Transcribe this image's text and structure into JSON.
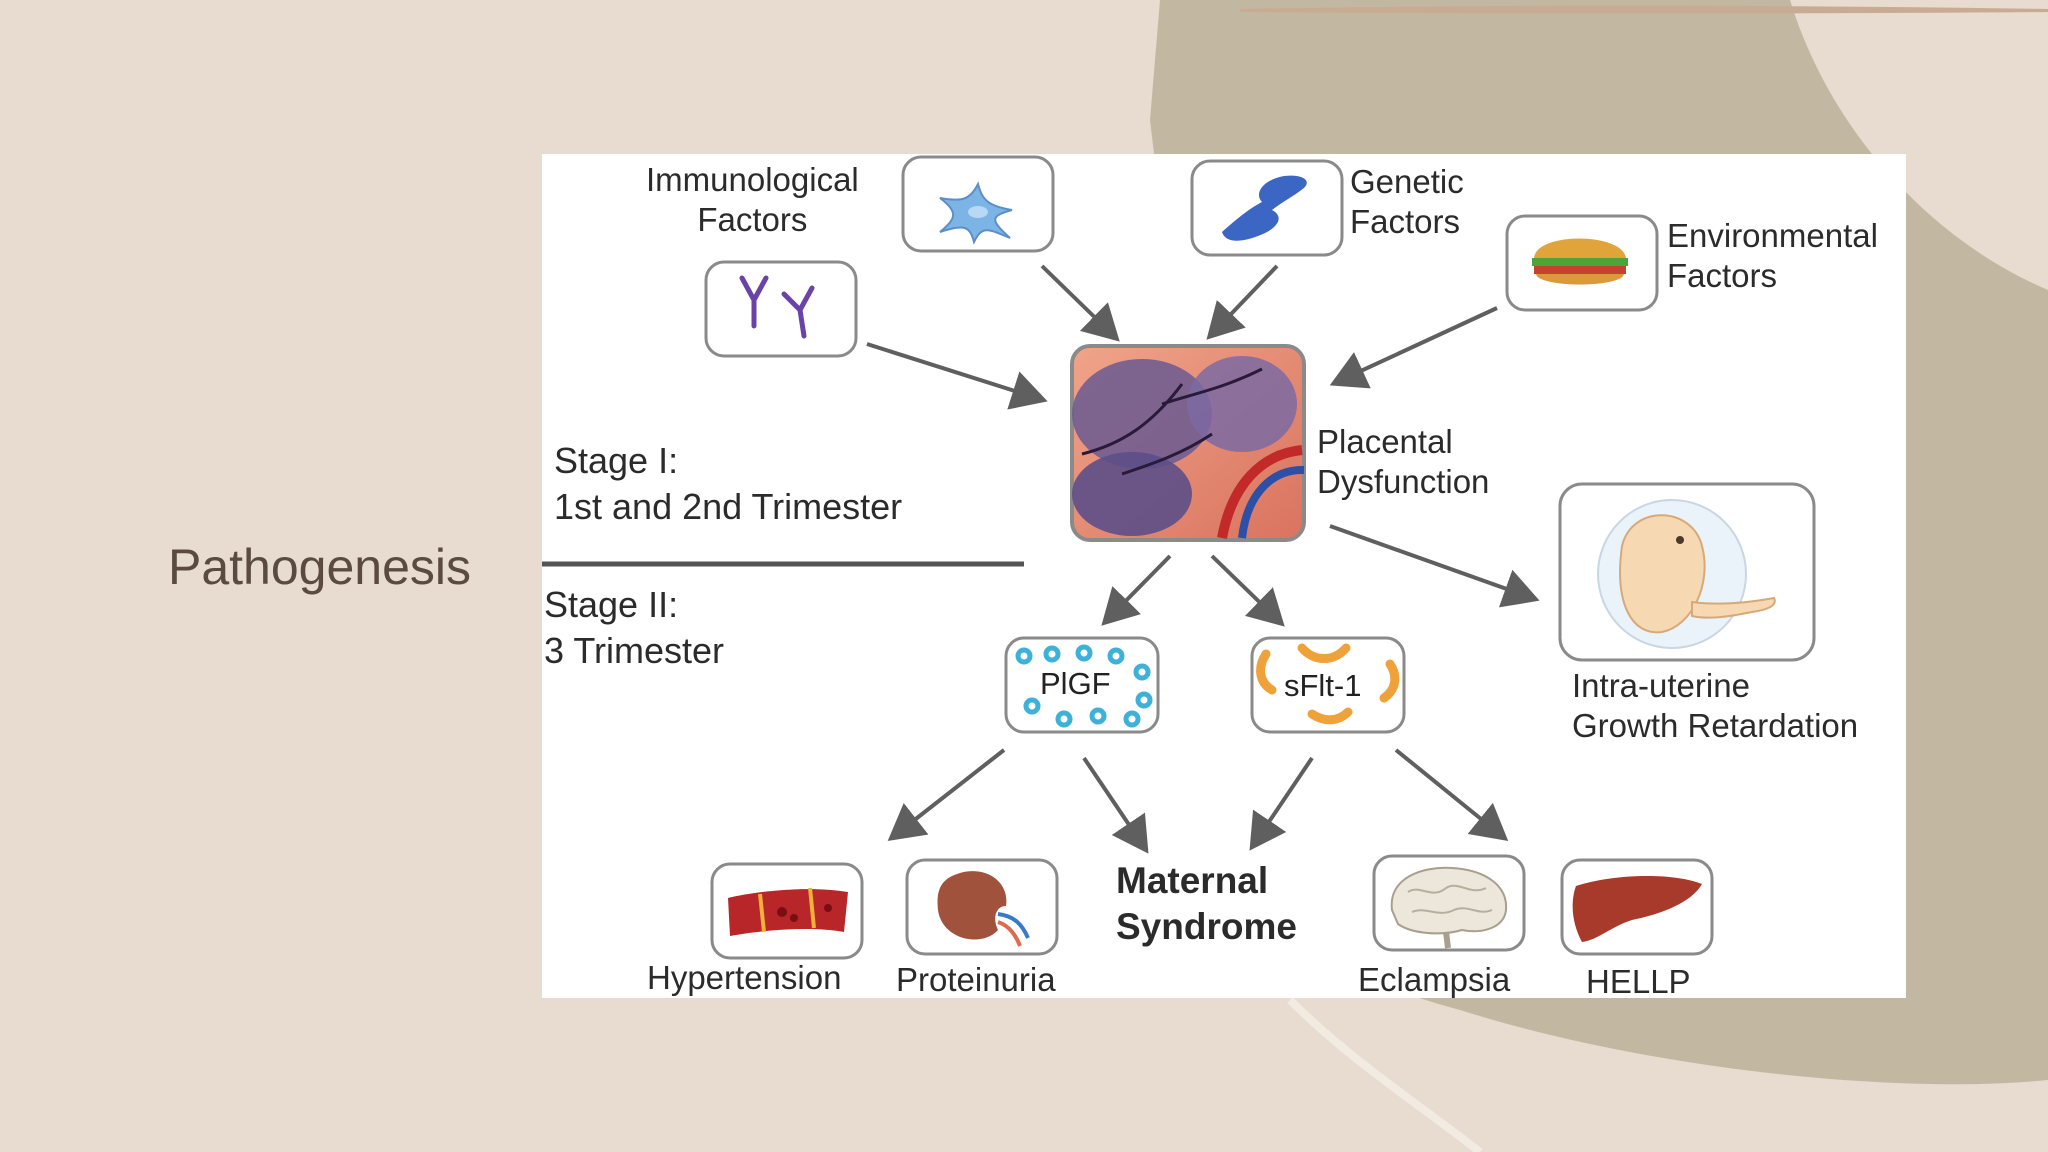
{
  "slide": {
    "title": "Pathogenesis",
    "colors": {
      "background": "#e7dccf",
      "shape_dark": "#c2b8a2",
      "title_text": "#5b4a3f",
      "accent_line": "#c8ab92"
    }
  },
  "diagram": {
    "causes": {
      "immunological": "Immunological\nFactors",
      "genetic": "Genetic\nFactors",
      "environmental": "Environmental\nFactors"
    },
    "center": "Placental\nDysfunction",
    "stage1": "Stage I:\n1st and 2nd Trimester",
    "stage2": "Stage II:\n3 Trimester",
    "markers": {
      "plgf": "PlGF",
      "sflt": "sFlt-1"
    },
    "iugr": "Intra-uterine\nGrowth Retardation",
    "maternal": "Maternal\nSyndrome",
    "outcomes": {
      "hypertension": "Hypertension",
      "proteinuria": "Proteinuria",
      "eclampsia": "Eclampsia",
      "hellp": "HELLP"
    },
    "icons": [
      "immune-cell-icon",
      "antibody-icon",
      "chromosome-icon",
      "burger-icon",
      "placenta-icon",
      "fetus-icon",
      "blood-vessel-icon",
      "kidney-icon",
      "brain-icon",
      "liver-icon"
    ]
  }
}
